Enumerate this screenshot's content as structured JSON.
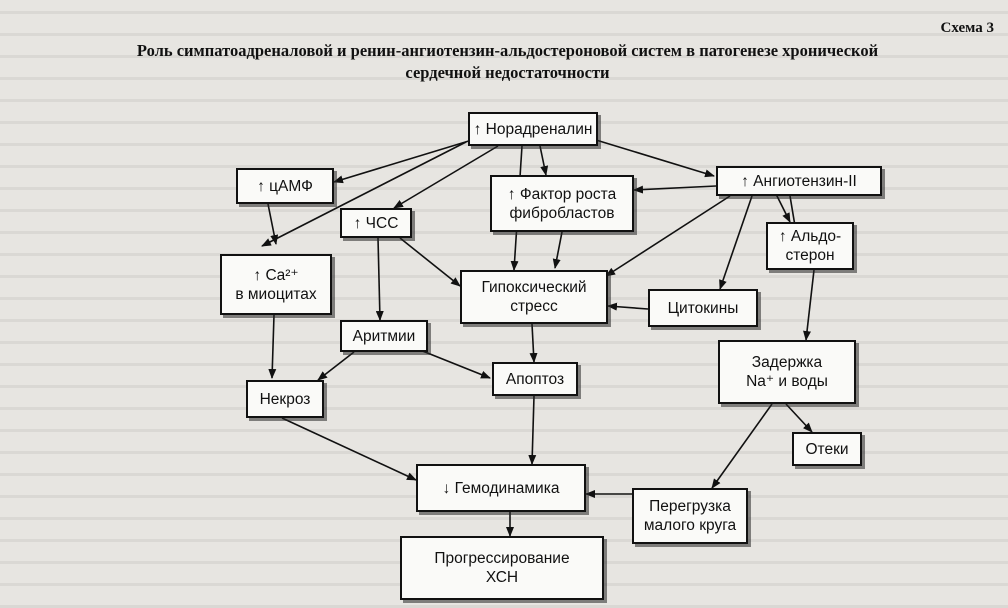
{
  "scheme_label": "Схема 3",
  "title_line1": "Роль симпатоадреналовой и ренин-ангиотензин-альдостероновой систем в патогенезе хронической",
  "title_line2": "сердечной недостаточности",
  "nodes": {
    "noradrenaline": "↑ Норадреналин",
    "camp": "↑ цАМФ",
    "heart_rate": "↑ ЧСС",
    "fgf": "↑ Фактор роста\nфибробластов",
    "angiotensin": "↑ Ангиотензин-II",
    "aldosterone": "↑ Альдо-\nстерон",
    "calcium": "↑ Ca²⁺\nв миоцитах",
    "hypoxic_stress": "Гипоксический\nстресс",
    "cytokines": "Цитокины",
    "arrhythmias": "Аритмии",
    "retention": "Задержка\nNa⁺ и воды",
    "necrosis": "Некроз",
    "apoptosis": "Апоптоз",
    "edema": "Отеки",
    "overload": "Перегрузка\nмалого круга",
    "hemodynamics": "↓ Гемодинамика",
    "progression": "Прогрессирование\nХСН"
  }
}
